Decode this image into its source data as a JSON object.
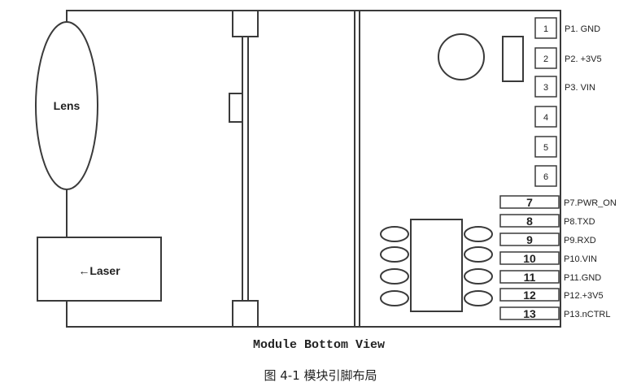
{
  "labels": {
    "lens": "Lens",
    "laser": "←Laser",
    "view_title": "Module Bottom View",
    "figure_caption": "图 4-1 模块引脚布局"
  },
  "pads_upper": [
    {
      "number": "1",
      "label": "P1. GND"
    },
    {
      "number": "2",
      "label": "P2. +3V5"
    },
    {
      "number": "3",
      "label": "P3. VIN"
    },
    {
      "number": "4",
      "label": ""
    },
    {
      "number": "5",
      "label": ""
    },
    {
      "number": "6",
      "label": ""
    }
  ],
  "pads_lower": [
    {
      "number": "7",
      "label": "P7.PWR_ON"
    },
    {
      "number": "8",
      "label": "P8.TXD"
    },
    {
      "number": "9",
      "label": "P9.RXD"
    },
    {
      "number": "10",
      "label": "P10.VIN"
    },
    {
      "number": "11",
      "label": "P11.GND"
    },
    {
      "number": "12",
      "label": "P12.+3V5"
    },
    {
      "number": "13",
      "label": "P13.nCTRL"
    }
  ]
}
